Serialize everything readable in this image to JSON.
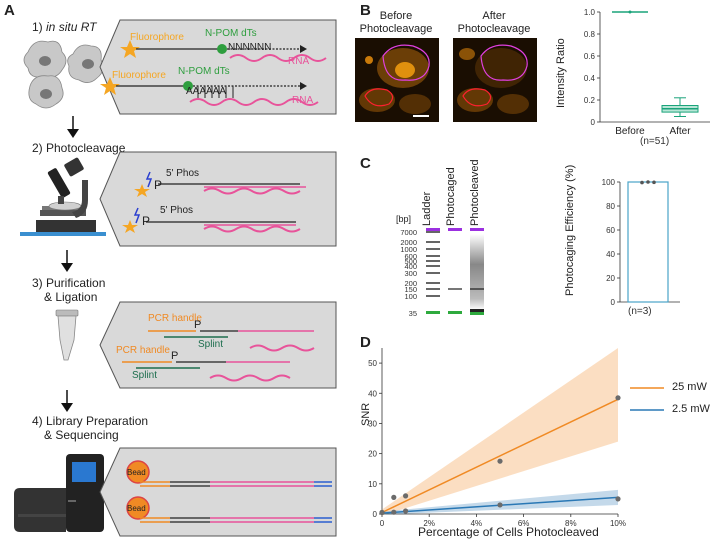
{
  "panels": {
    "a": "A",
    "b": "B",
    "c": "C",
    "d": "D"
  },
  "panel_a": {
    "step1": {
      "number": "1)",
      "text": "in situ RT"
    },
    "step2": "2) Photocleavage",
    "step3": [
      "3) Purification",
      "& Ligation"
    ],
    "step4": [
      "4) Library Preparation",
      "& Sequencing"
    ],
    "fluorophore": "Fluorophore",
    "npom": "N-POM dTs",
    "probe1_seq": "NNNNNN",
    "probe2_seq": "AAAAAA",
    "rna": "RNA",
    "phos": "5' Phos",
    "p": "P",
    "pcr_handle": "PCR handle",
    "splint": "Splint",
    "bead": "Bead",
    "colors": {
      "fluorophore": "#f5a623",
      "npom": "#2e9e3e",
      "rna": "#e8539a",
      "pcr": "#f08a24",
      "splint": "#1d6e4e",
      "seq_blue": "#2a5fd0"
    }
  },
  "panel_b": {
    "before_label": [
      "Before",
      "Photocleavage"
    ],
    "after_label": [
      "After",
      "Photocleavage"
    ],
    "chart_data": {
      "type": "box",
      "ylabel": "Intensity Ratio",
      "categories": [
        "Before",
        "After"
      ],
      "ylim": [
        0,
        1.0
      ],
      "yticks": [
        "0",
        "0.2",
        "0.4",
        "0.6",
        "0.8",
        "1.0"
      ],
      "before": {
        "median": 1.0
      },
      "after": {
        "min": 0.05,
        "q1": 0.09,
        "median": 0.12,
        "q3": 0.15,
        "max": 0.22
      },
      "note": "(n=51)",
      "color": "#1aa37a"
    }
  },
  "panel_c": {
    "bp_label": "[bp]",
    "lane_labels": [
      "Ladder",
      "Photocaged",
      "Photocleaved"
    ],
    "ladder_sizes": [
      "7000",
      "2000",
      "1000",
      "600",
      "500",
      "400",
      "300",
      "200",
      "150",
      "100",
      "35"
    ],
    "chart_data": {
      "type": "bar",
      "ylabel": "Photocaging Efficiency (%)",
      "ylim": [
        0,
        100
      ],
      "yticks": [
        "0",
        "20",
        "40",
        "60",
        "80",
        "100"
      ],
      "values": [
        100
      ],
      "points": [
        99.5,
        100,
        99.7
      ],
      "note": "(n=3)",
      "color": "#4aa3c8"
    }
  },
  "panel_d": {
    "chart_data": {
      "type": "line",
      "xlabel": "Percentage of Cells Photocleaved",
      "ylabel": "SNR",
      "xlim": [
        0,
        10
      ],
      "ylim": [
        0,
        55
      ],
      "xticks": [
        "0",
        "2%",
        "4%",
        "6%",
        "8%",
        "10%"
      ],
      "yticks": [
        "0",
        "10",
        "20",
        "30",
        "40",
        "50"
      ],
      "series": [
        {
          "name": "25 mW",
          "color": "#f08a24",
          "fit": [
            [
              0,
              0.5
            ],
            [
              10,
              38
            ]
          ],
          "band_upper": [
            [
              0,
              1.5
            ],
            [
              10,
              55
            ]
          ],
          "band_lower": [
            [
              0,
              -0.5
            ],
            [
              10,
              24
            ]
          ],
          "points": [
            [
              0,
              0.5
            ],
            [
              0.5,
              5.5
            ],
            [
              1,
              6
            ],
            [
              5,
              17.5
            ],
            [
              10,
              38.5
            ]
          ]
        },
        {
          "name": "2.5 mW",
          "color": "#2a78b5",
          "fit": [
            [
              0,
              0.3
            ],
            [
              10,
              5.5
            ]
          ],
          "band_upper": [
            [
              0,
              0.8
            ],
            [
              10,
              8
            ]
          ],
          "band_lower": [
            [
              0,
              -0.2
            ],
            [
              10,
              3
            ]
          ],
          "points": [
            [
              0,
              0.5
            ],
            [
              0.5,
              0.6
            ],
            [
              1,
              1
            ],
            [
              5,
              3
            ],
            [
              10,
              5
            ]
          ]
        }
      ]
    }
  }
}
